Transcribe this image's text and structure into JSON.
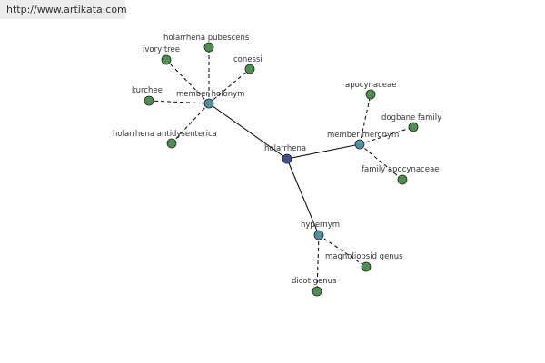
{
  "source_url": "http://www.artikata.com",
  "graph": {
    "nodes": [
      {
        "id": "holarrhena",
        "label": "holarrhena",
        "kind": "root"
      },
      {
        "id": "member-holonym",
        "label": "member holonym",
        "kind": "relation"
      },
      {
        "id": "member-meronym",
        "label": "member meronym",
        "kind": "relation"
      },
      {
        "id": "hypernym",
        "label": "hypernym",
        "kind": "relation"
      },
      {
        "id": "holarrhena-pubescens",
        "label": "holarrhena pubescens",
        "kind": "leaf"
      },
      {
        "id": "ivory-tree",
        "label": "ivory tree",
        "kind": "leaf"
      },
      {
        "id": "conessi",
        "label": "conessi",
        "kind": "leaf"
      },
      {
        "id": "kurchee",
        "label": "kurchee",
        "kind": "leaf"
      },
      {
        "id": "holarrhena-antidysenterica",
        "label": "holarrhena antidysenterica",
        "kind": "leaf"
      },
      {
        "id": "apocynaceae",
        "label": "apocynaceae",
        "kind": "leaf"
      },
      {
        "id": "dogbane-family",
        "label": "dogbane family",
        "kind": "leaf"
      },
      {
        "id": "family-apocynaceae",
        "label": "family apocynaceae",
        "kind": "leaf"
      },
      {
        "id": "magnoliopsid-genus",
        "label": "magnoliopsid genus",
        "kind": "leaf"
      },
      {
        "id": "dicot-genus",
        "label": "dicot genus",
        "kind": "leaf"
      }
    ],
    "edges": [
      {
        "from": "holarrhena",
        "to": "member-holonym",
        "style": "solid"
      },
      {
        "from": "holarrhena",
        "to": "member-meronym",
        "style": "solid"
      },
      {
        "from": "holarrhena",
        "to": "hypernym",
        "style": "solid"
      },
      {
        "from": "member-holonym",
        "to": "holarrhena-pubescens",
        "style": "dashed"
      },
      {
        "from": "member-holonym",
        "to": "ivory-tree",
        "style": "dashed"
      },
      {
        "from": "member-holonym",
        "to": "conessi",
        "style": "dashed"
      },
      {
        "from": "member-holonym",
        "to": "kurchee",
        "style": "dashed"
      },
      {
        "from": "member-holonym",
        "to": "holarrhena-antidysenterica",
        "style": "dashed"
      },
      {
        "from": "member-meronym",
        "to": "apocynaceae",
        "style": "dashed"
      },
      {
        "from": "member-meronym",
        "to": "dogbane-family",
        "style": "dashed"
      },
      {
        "from": "member-meronym",
        "to": "family-apocynaceae",
        "style": "dashed"
      },
      {
        "from": "hypernym",
        "to": "magnoliopsid-genus",
        "style": "dashed"
      },
      {
        "from": "hypernym",
        "to": "dicot-genus",
        "style": "dashed"
      }
    ]
  },
  "colors": {
    "root": "#3f4f8f",
    "relation": "#4f8f9f",
    "leaf": "#4f8f4f",
    "node_stroke": "#222222",
    "edge": "#000000",
    "text": "#333333"
  }
}
